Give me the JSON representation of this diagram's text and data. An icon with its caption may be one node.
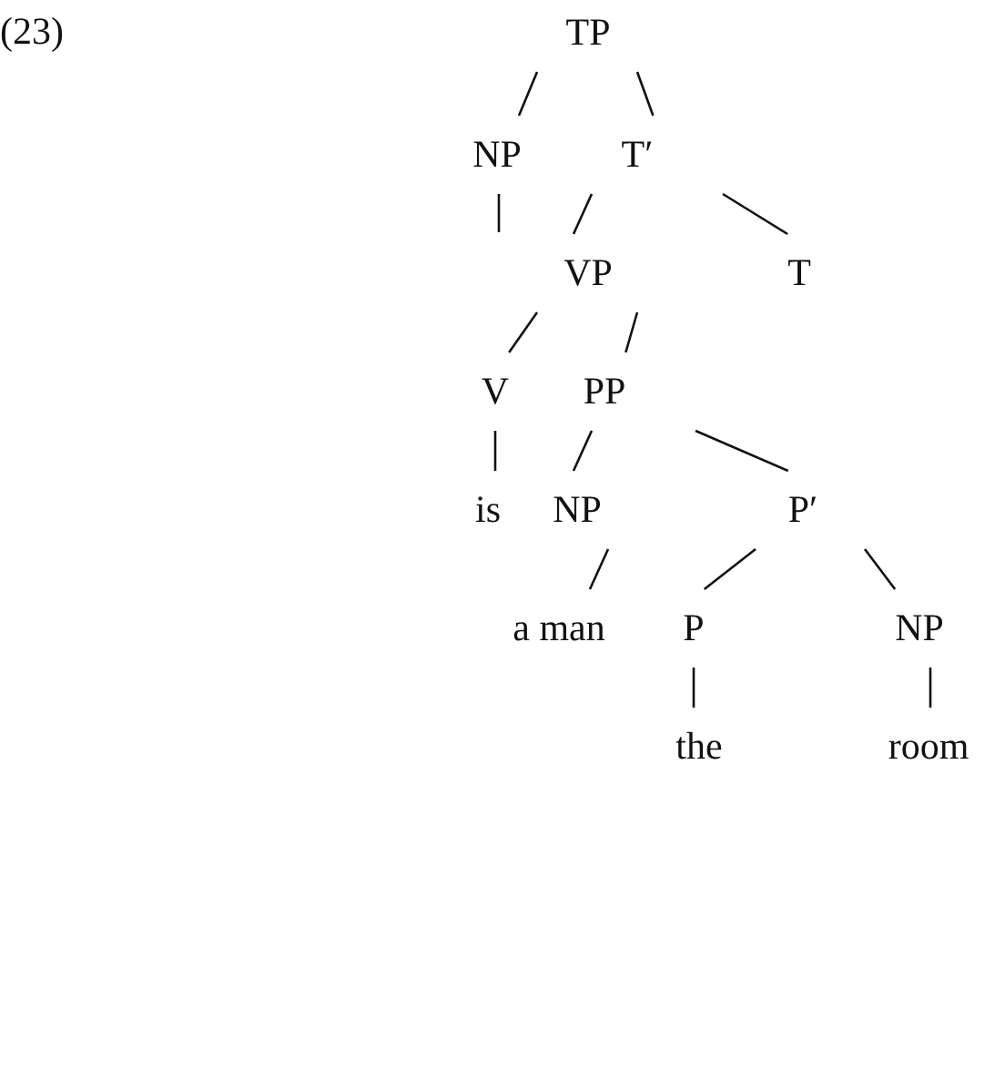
{
  "diagram": {
    "nodes": [
      {
        "text": [
          "TP"
        ]
      },
      {
        "text": [
          "NP"
        ]
      },
      {
        "text": [
          "T′"
        ]
      },
      {
        "text": [
          "VP"
        ]
      },
      {
        "text": [
          "T"
        ]
      },
      {
        "text": [
          "V"
        ]
      },
      {
        "text": [
          "PP"
        ]
      },
      {
        "text": [
          "is"
        ]
      },
      {
        "text": [
          "NP"
        ]
      },
      {
        "text": [
          "P′"
        ]
      },
      {
        "text": [
          "a man"
        ]
      },
      {
        "text": [
          "P"
        ]
      },
      {
        "text": [
          "NP"
        ]
      },
      {
        "text": [
          "the"
        ]
      },
      {
        "text": [
          "room"
        ]
      }
    ],
    "edges": [
      {
        "from": 0,
        "to": 1,
        "arrow": "none"
      },
      {
        "from": 0,
        "to": 2,
        "arrow": "none"
      },
      {
        "from": 1,
        "to": null,
        "arrow": "none"
      },
      {
        "from": 2,
        "to": 3,
        "arrow": "none"
      },
      {
        "from": 2,
        "to": 4,
        "arrow": "none"
      },
      {
        "from": 3,
        "to": 5,
        "arrow": "none"
      },
      {
        "from": 3,
        "to": 6,
        "arrow": "none"
      },
      {
        "from": 5,
        "to": 7,
        "arrow": "none"
      },
      {
        "from": 6,
        "to": 8,
        "arrow": "none"
      },
      {
        "from": 6,
        "to": 9,
        "arrow": "none"
      },
      {
        "from": 8,
        "to": 10,
        "arrow": "none"
      },
      {
        "from": 9,
        "to": 11,
        "arrow": "none"
      },
      {
        "from": 9,
        "to": 12,
        "arrow": "none"
      },
      {
        "from": 11,
        "to": 13,
        "arrow": "none"
      },
      {
        "from": 12,
        "to": 14,
        "arrow": "none"
      }
    ],
    "labels": [
      "(23)"
    ]
  }
}
